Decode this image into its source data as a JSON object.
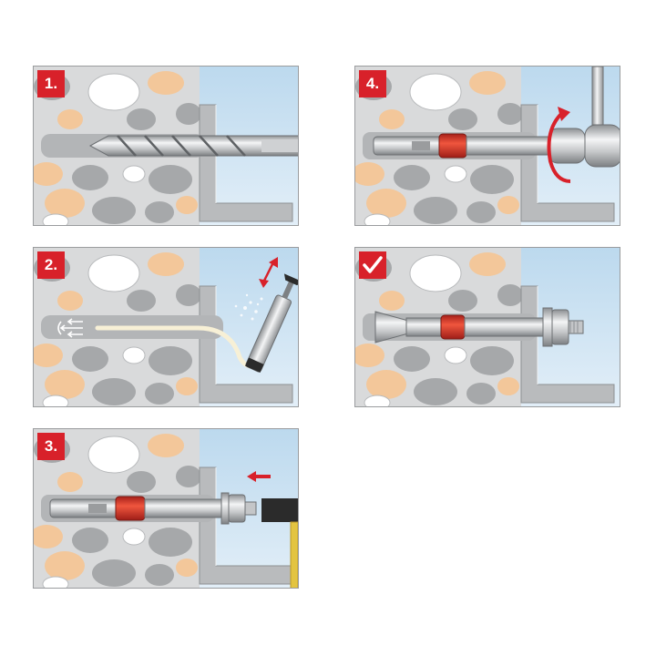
{
  "steps": [
    {
      "label": "1."
    },
    {
      "label": "2."
    },
    {
      "label": "3."
    },
    {
      "label": "4."
    }
  ],
  "final_step": {
    "icon": "check-icon"
  },
  "colors": {
    "badge_red": "#d8212a",
    "concrete": "#d9dadb",
    "stone_gray": "#a6a8aa",
    "stone_tan": "#f3c79a",
    "stone_white": "#ffffff",
    "air_blue": "#cfe4f3",
    "fixture_gray": "#b9bbbd",
    "sleeve_red": "#e8432e"
  }
}
